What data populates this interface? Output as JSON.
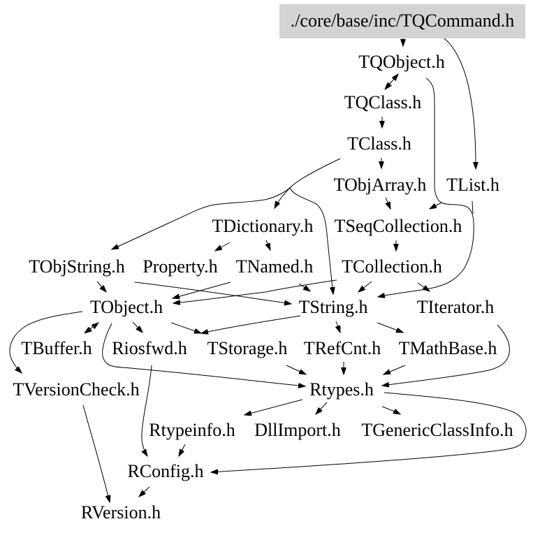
{
  "graph": {
    "title": "./core/base/inc/TQCommand.h",
    "type": "include-dependency-graph",
    "nodes": [
      {
        "id": "tqcommand",
        "label": "./core/base/inc/TQCommand.h",
        "highlighted": true
      },
      {
        "id": "tqobject",
        "label": "TQObject.h"
      },
      {
        "id": "tqclass",
        "label": "TQClass.h"
      },
      {
        "id": "tclass",
        "label": "TClass.h"
      },
      {
        "id": "tobjarray",
        "label": "TObjArray.h"
      },
      {
        "id": "tlist",
        "label": "TList.h"
      },
      {
        "id": "tdictionary",
        "label": "TDictionary.h"
      },
      {
        "id": "tseqcollection",
        "label": "TSeqCollection.h"
      },
      {
        "id": "tobjstring",
        "label": "TObjString.h"
      },
      {
        "id": "property",
        "label": "Property.h"
      },
      {
        "id": "tnamed",
        "label": "TNamed.h"
      },
      {
        "id": "tcollection",
        "label": "TCollection.h"
      },
      {
        "id": "tobject",
        "label": "TObject.h"
      },
      {
        "id": "tstring",
        "label": "TString.h"
      },
      {
        "id": "titerator",
        "label": "TIterator.h"
      },
      {
        "id": "tbuffer",
        "label": "TBuffer.h"
      },
      {
        "id": "riosfwd",
        "label": "Riosfwd.h"
      },
      {
        "id": "tstorage",
        "label": "TStorage.h"
      },
      {
        "id": "trefcnt",
        "label": "TRefCnt.h"
      },
      {
        "id": "tmathbase",
        "label": "TMathBase.h"
      },
      {
        "id": "tversioncheck",
        "label": "TVersionCheck.h"
      },
      {
        "id": "rtypes",
        "label": "Rtypes.h"
      },
      {
        "id": "rtypeinfo",
        "label": "Rtypeinfo.h"
      },
      {
        "id": "dllimport",
        "label": "DllImport.h"
      },
      {
        "id": "tgenericclassinfo",
        "label": "TGenericClassInfo.h"
      },
      {
        "id": "rconfig",
        "label": "RConfig.h"
      },
      {
        "id": "rversion",
        "label": "RVersion.h"
      }
    ],
    "edges": [
      {
        "from": "./core/base/inc/TQCommand.h",
        "to": "TQObject.h"
      },
      {
        "from": "./core/base/inc/TQCommand.h",
        "to": "TList.h"
      },
      {
        "from": "TQObject.h",
        "to": "TQClass.h",
        "bidirectional": true
      },
      {
        "from": "TQClass.h",
        "to": "TClass.h"
      },
      {
        "from": "TClass.h",
        "to": "TObjArray.h"
      },
      {
        "from": "TObjArray.h",
        "to": "TSeqCollection.h"
      },
      {
        "from": "TList.h",
        "to": "TSeqCollection.h"
      },
      {
        "from": "TQObject.h",
        "to": "TString.h"
      },
      {
        "from": "TClass.h",
        "to": "TDictionary.h"
      },
      {
        "from": "TClass.h",
        "to": "TObjString.h"
      },
      {
        "from": "TClass.h",
        "to": "TString.h"
      },
      {
        "from": "TCollection.h",
        "to": "TObject.h"
      },
      {
        "from": "TNamed.h",
        "to": "TString.h"
      },
      {
        "from": "TDictionary.h",
        "to": "Property.h"
      },
      {
        "from": "TDictionary.h",
        "to": "TNamed.h"
      },
      {
        "from": "TSeqCollection.h",
        "to": "TCollection.h"
      },
      {
        "from": "TObjString.h",
        "to": "TObject.h"
      },
      {
        "from": "TObjString.h",
        "to": "TString.h"
      },
      {
        "from": "TNamed.h",
        "to": "TObject.h"
      },
      {
        "from": "TCollection.h",
        "to": "TString.h"
      },
      {
        "from": "TCollection.h",
        "to": "TIterator.h"
      },
      {
        "from": "TObject.h",
        "to": "TVersionCheck.h"
      },
      {
        "from": "TObject.h",
        "to": "TBuffer.h",
        "bidirectional": true
      },
      {
        "from": "TObject.h",
        "to": "Riosfwd.h"
      },
      {
        "from": "TObject.h",
        "to": "TStorage.h"
      },
      {
        "from": "TString.h",
        "to": "TStorage.h"
      },
      {
        "from": "TObject.h",
        "to": "Rtypes.h"
      },
      {
        "from": "TString.h",
        "to": "TRefCnt.h"
      },
      {
        "from": "TString.h",
        "to": "TMathBase.h"
      },
      {
        "from": "TIterator.h",
        "to": "Rtypes.h"
      },
      {
        "from": "TMathBase.h",
        "to": "Rtypes.h"
      },
      {
        "from": "TRefCnt.h",
        "to": "Rtypes.h"
      },
      {
        "from": "TStorage.h",
        "to": "Rtypes.h"
      },
      {
        "from": "Riosfwd.h",
        "to": "RConfig.h"
      },
      {
        "from": "Rtypeinfo.h",
        "to": "RConfig.h"
      },
      {
        "from": "Rtypes.h",
        "to": "Rtypeinfo.h"
      },
      {
        "from": "Rtypes.h",
        "to": "DllImport.h"
      },
      {
        "from": "Rtypes.h",
        "to": "TGenericClassInfo.h"
      },
      {
        "from": "Rtypes.h",
        "to": "RConfig.h"
      },
      {
        "from": "RConfig.h",
        "to": "RVersion.h"
      },
      {
        "from": "TVersionCheck.h",
        "to": "RVersion.h"
      }
    ]
  },
  "colors": {
    "background": "#ffffff",
    "root_fill": "#d3d3d3",
    "edge": "#000000",
    "text": "#000000"
  }
}
